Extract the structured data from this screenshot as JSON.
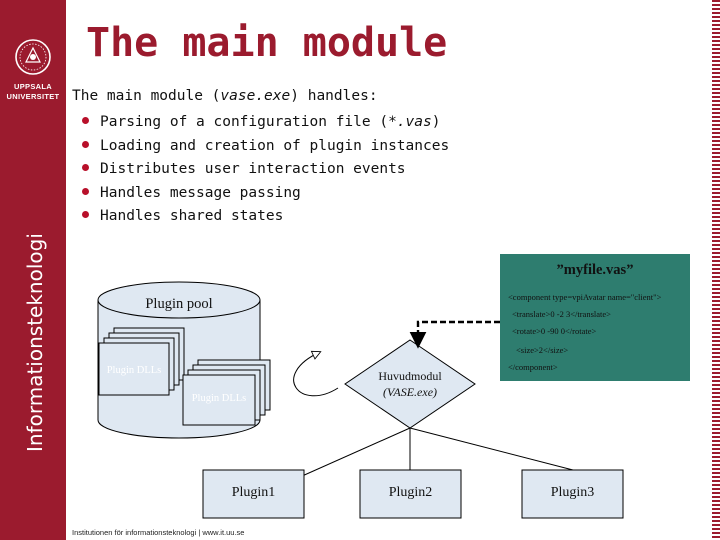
{
  "header": {
    "title": "The main module",
    "university_line1": "UPPSALA",
    "university_line2": "UNIVERSITET",
    "department_vertical": "Informationsteknologi"
  },
  "content": {
    "intro_prefix": "The main module (",
    "intro_exe": "vase.exe",
    "intro_suffix": ") handles:",
    "bullets": [
      {
        "prefix": "Parsing of a configuration file (",
        "italic": "*.vas",
        "suffix": ")"
      },
      {
        "text": "Loading and creation of plugin instances"
      },
      {
        "text": "Distributes user interaction events"
      },
      {
        "text": "Handles message passing"
      },
      {
        "text": "Handles shared states"
      }
    ]
  },
  "diagram": {
    "plugin_pool_label": "Plugin pool",
    "plugin_dlls_label_1": "Plugin DLLs",
    "plugin_dlls_label_2": "Plugin DLLs",
    "main_module_label": "Huvudmodul",
    "main_module_sublabel": "(VASE.exe)",
    "plugins": [
      "Plugin1",
      "Plugin2",
      "Plugin3"
    ],
    "config_file": {
      "title": "”myfile.vas”",
      "lines": [
        "<component type=vpiAvatar name=\"client\">",
        "<translate>0 -2 3</translate>",
        "<rotate>0 -90 0</rotate>",
        "<size>2</size>",
        "</component>"
      ]
    },
    "colors": {
      "brand": "#9b1b2e",
      "config_box": "#2e7d6f",
      "shape_fill": "#dfe8f2"
    }
  },
  "footer": {
    "text": "Institutionen för informationsteknologi | www.it.uu.se"
  }
}
